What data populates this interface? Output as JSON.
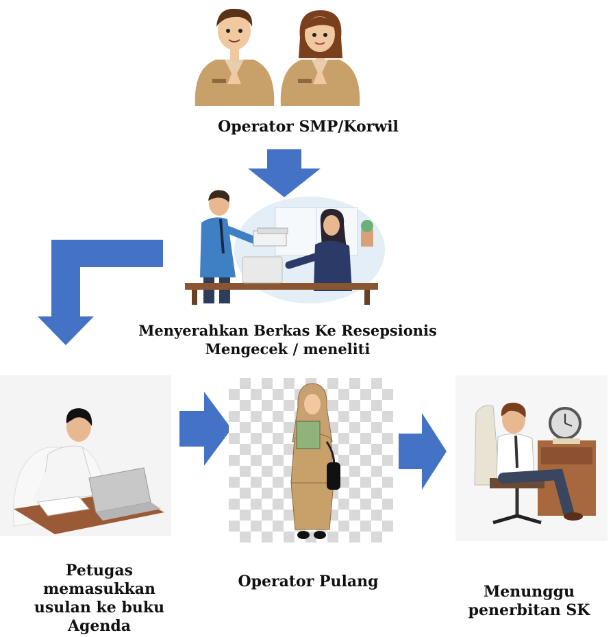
{
  "colors": {
    "arrow": "#4472c4",
    "uniform": "#c8a06a",
    "shirt_blue": "#3f7fc4",
    "desk": "#9a5a36"
  },
  "nodes": {
    "operator_smp": {
      "label": "Operator SMP/Korwil",
      "icon": "civil-servants-greeting-illustration"
    },
    "resepsionis": {
      "line1": "Menyerahkan Berkas Ke Resepsionis",
      "line2": "Mengecek / meneliti",
      "icon": "handing-documents-to-receptionist-illustration"
    },
    "petugas": {
      "line1": "Petugas",
      "line2": "memasukkan",
      "line3": "usulan ke buku",
      "line4": "Agenda",
      "icon": "officer-writing-at-desk-illustration"
    },
    "operator_pulang": {
      "label": "Operator Pulang",
      "icon": "civil-servant-woman-leaving-illustration"
    },
    "menunggu": {
      "line1": "Menunggu",
      "line2": "penerbitan SK",
      "icon": "man-waiting-in-chair-illustration"
    }
  },
  "arrows": [
    "down-arrow",
    "elbow-arrow",
    "right-arrow",
    "right-arrow"
  ]
}
